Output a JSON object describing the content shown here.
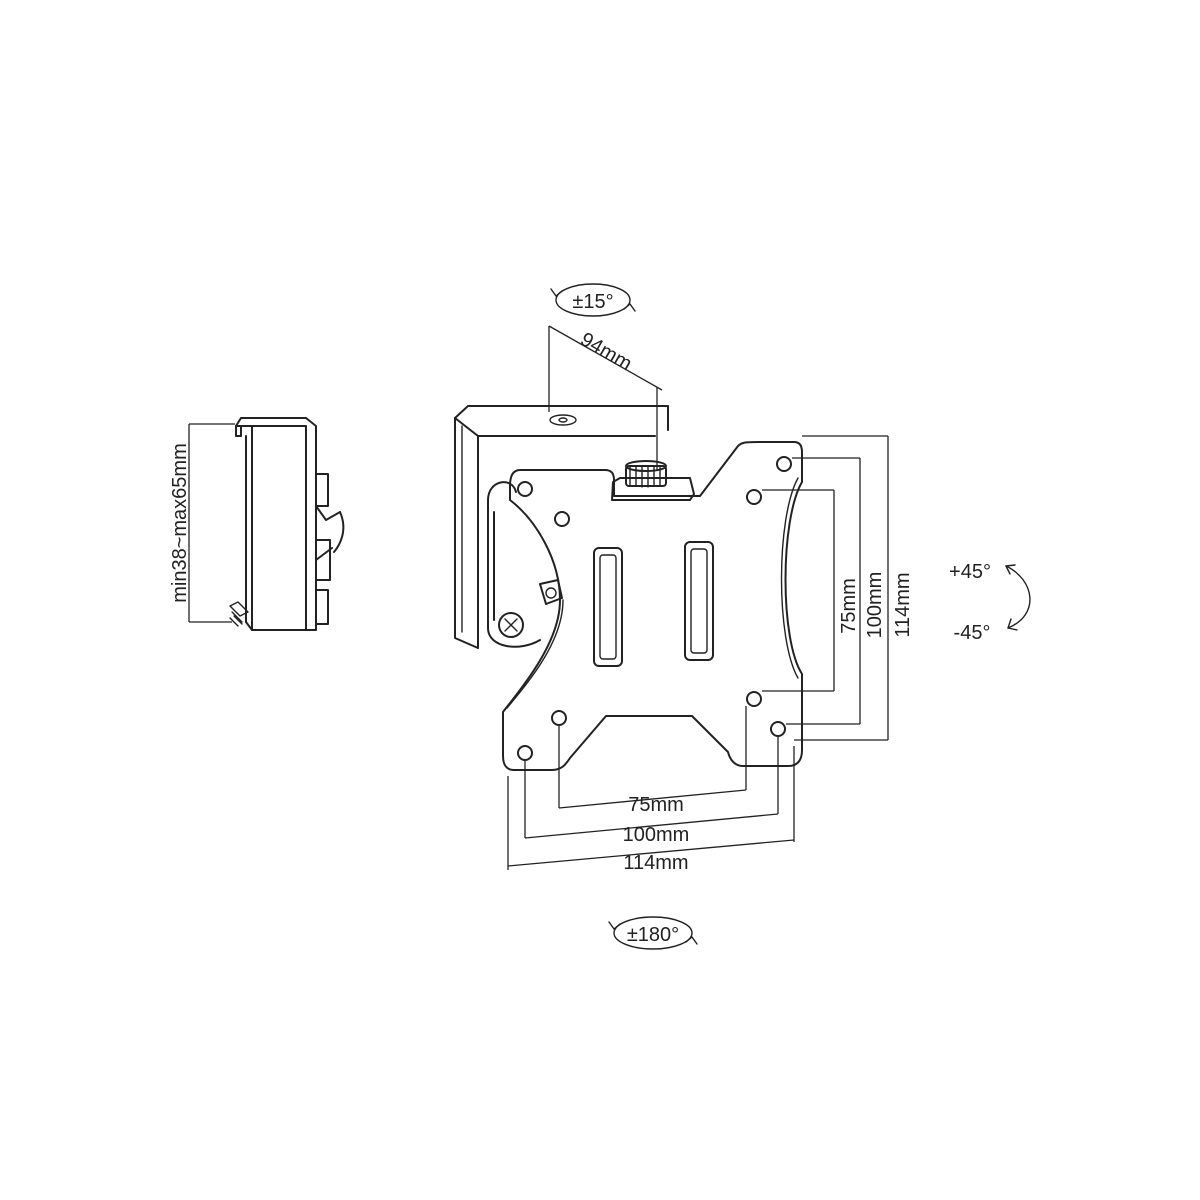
{
  "rotation": {
    "tilt": "±15°",
    "swivel_plus": "+45°",
    "swivel_minus": "-45°",
    "rotate": "±180°"
  },
  "side_view": {
    "desk_thickness": "min38~max65mm"
  },
  "dimensions": {
    "depth": "94mm",
    "horizontal": [
      "75mm",
      "100mm",
      "114mm"
    ],
    "vertical": [
      "75mm",
      "100mm",
      "114mm"
    ]
  }
}
